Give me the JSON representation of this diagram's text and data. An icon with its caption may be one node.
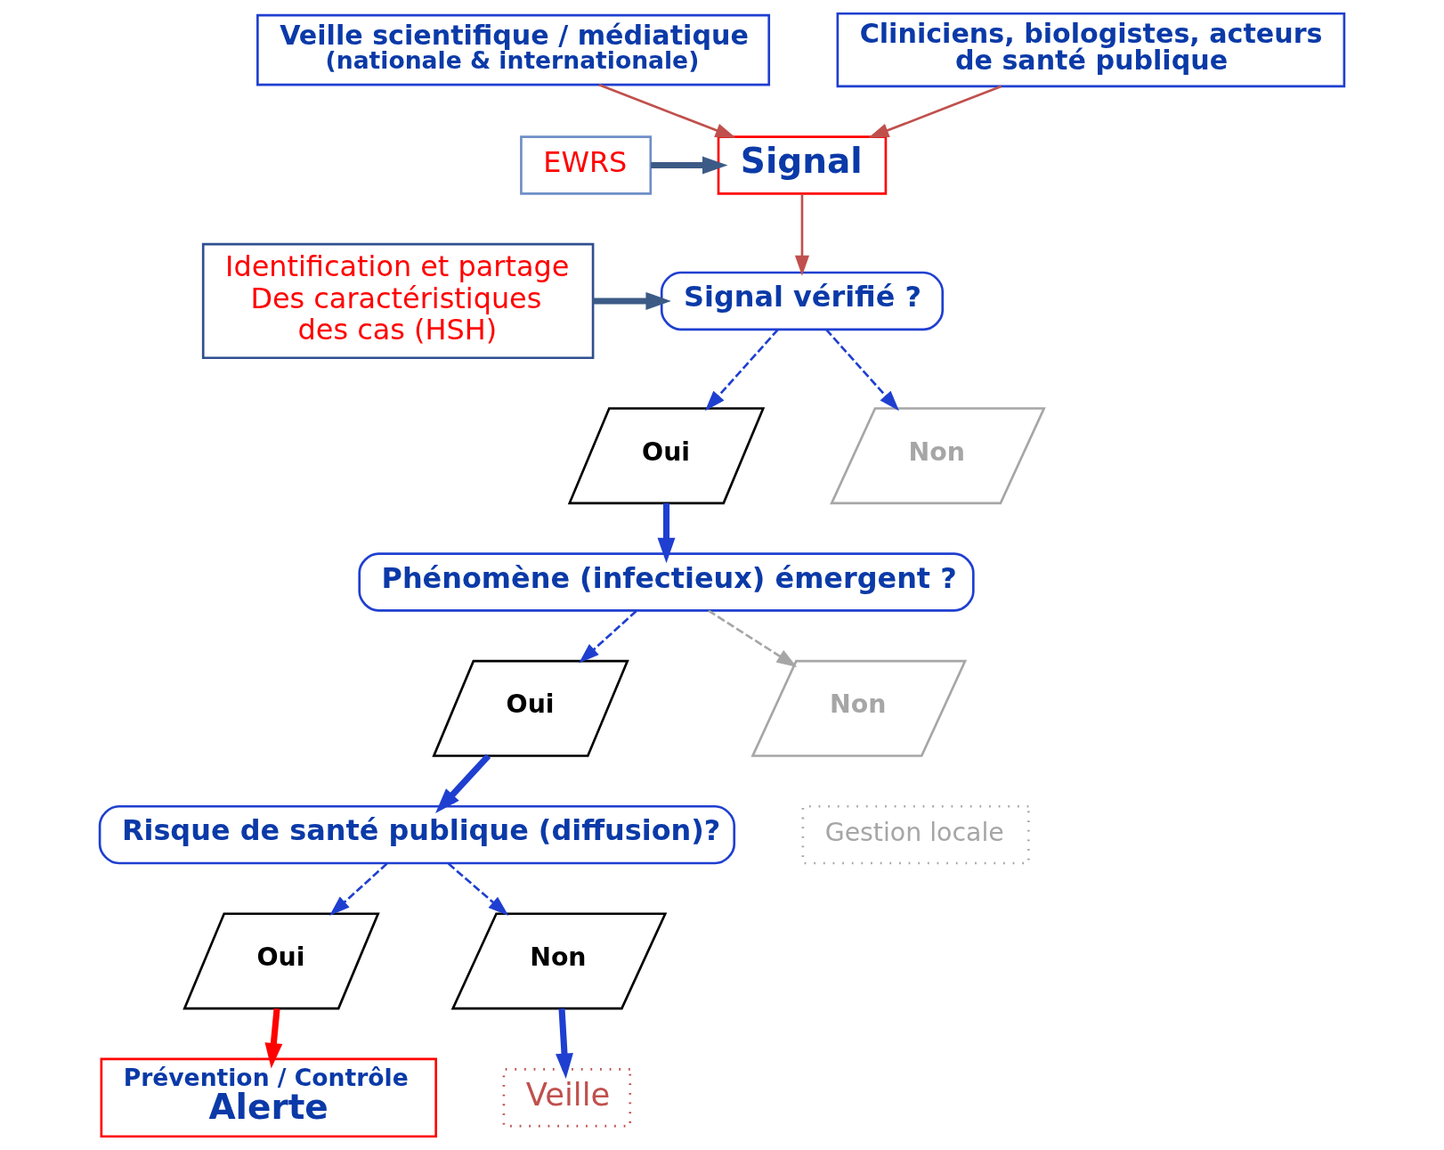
{
  "diagram": {
    "nodes": [
      {
        "text": [
          "Veille scientifique / médiatique",
          "(nationale & internationale)"
        ]
      },
      {
        "text": [
          "Cliniciens, biologistes, acteurs de santé publique"
        ]
      },
      {
        "text": [
          "EWRS"
        ]
      },
      {
        "text": [
          "Signal"
        ]
      },
      {
        "text": [
          "Identification et partage Des caractéristiques des cas (HSH)"
        ]
      },
      {
        "text": [
          "Signal vérifié ?"
        ]
      },
      {
        "text": [
          "Oui"
        ]
      },
      {
        "text": [
          "Non"
        ]
      },
      {
        "text": [
          "Phénomène (infectieux) émergent ?"
        ]
      },
      {
        "text": [
          "Oui"
        ]
      },
      {
        "text": [
          "Non"
        ]
      },
      {
        "text": [
          "Gestion locale"
        ]
      },
      {
        "text": [
          "Risque de santé publique (diffusion)?"
        ]
      },
      {
        "text": [
          "Oui"
        ]
      },
      {
        "text": [
          "Non"
        ]
      },
      {
        "text": [
          "Prévention / Contrôle",
          "Alerte"
        ]
      },
      {
        "text": [
          "Veille"
        ]
      }
    ],
    "edges": [
      {
        "from": 0,
        "to": 3,
        "arrow": "to",
        "color": "#c0504d"
      },
      {
        "from": 1,
        "to": 3,
        "arrow": "to",
        "color": "#c0504d"
      },
      {
        "from": 2,
        "to": 3,
        "arrow": "to",
        "style": "thick",
        "color": "#3c5a86"
      },
      {
        "from": 3,
        "to": 5,
        "arrow": "to",
        "color": "#c0504d"
      },
      {
        "from": 4,
        "to": 5,
        "arrow": "to",
        "style": "thick",
        "color": "#3c5a86"
      },
      {
        "from": 5,
        "to": 6,
        "arrow": "to",
        "style": "dashed"
      },
      {
        "from": 5,
        "to": 7,
        "arrow": "to",
        "style": "dashed"
      },
      {
        "from": 6,
        "to": 8,
        "arrow": "to",
        "style": "thick"
      },
      {
        "from": 8,
        "to": 9,
        "arrow": "to",
        "style": "dashed"
      },
      {
        "from": 8,
        "to": 10,
        "arrow": "to",
        "style": "dashed",
        "color": "#a6a6a6"
      },
      {
        "from": 9,
        "to": 12,
        "arrow": "to",
        "style": "thick"
      },
      {
        "from": 12,
        "to": 13,
        "arrow": "to",
        "style": "dashed"
      },
      {
        "from": 12,
        "to": 14,
        "arrow": "to",
        "style": "dashed"
      },
      {
        "from": 13,
        "to": 15,
        "arrow": "to",
        "style": "thick",
        "color": "#ff0000"
      },
      {
        "from": 14,
        "to": 16,
        "arrow": "to",
        "style": "thick"
      }
    ]
  }
}
